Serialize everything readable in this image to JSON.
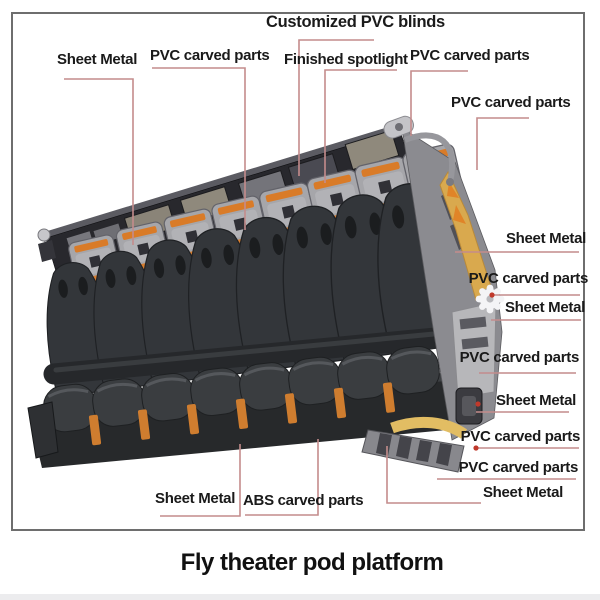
{
  "title": "Fly theater pod platform",
  "labels": [
    {
      "id": "customized-pvc-blinds",
      "text": "Customized PVC blinds"
    },
    {
      "id": "sheet-metal-top-left",
      "text": "Sheet Metal"
    },
    {
      "id": "pvc-carved-parts-top-1",
      "text": "PVC carved parts"
    },
    {
      "id": "finished-spotlight",
      "text": "Finished spotlight"
    },
    {
      "id": "pvc-carved-parts-top-2",
      "text": "PVC carved parts"
    },
    {
      "id": "pvc-carved-parts-top-right",
      "text": "PVC carved parts"
    },
    {
      "id": "sheet-metal-right-1",
      "text": "Sheet Metal"
    },
    {
      "id": "pvc-carved-parts-right-1",
      "text": "PVC carved parts"
    },
    {
      "id": "sheet-metal-right-2",
      "text": "Sheet Metal"
    },
    {
      "id": "pvc-carved-parts-right-2",
      "text": "PVC carved parts"
    },
    {
      "id": "sheet-metal-right-3",
      "text": "Sheet Metal"
    },
    {
      "id": "pvc-carved-parts-right-3",
      "text": "PVC carved parts"
    },
    {
      "id": "pvc-carved-parts-right-4",
      "text": "PVC carved parts"
    },
    {
      "id": "sheet-metal-bottom-right",
      "text": "Sheet Metal"
    },
    {
      "id": "sheet-metal-bottom",
      "text": "Sheet Metal"
    },
    {
      "id": "abs-carved-parts",
      "text": "ABS carved parts"
    }
  ],
  "colors": {
    "leader_line": "#c48c8c",
    "marker_dot": "#c0392b",
    "accent_orange": "#d97b28",
    "accent_gold": "#d9a94e",
    "frame_border": "#6e6e6e",
    "machine_dark": "#28282d",
    "machine_gray": "#a6a6aa"
  }
}
